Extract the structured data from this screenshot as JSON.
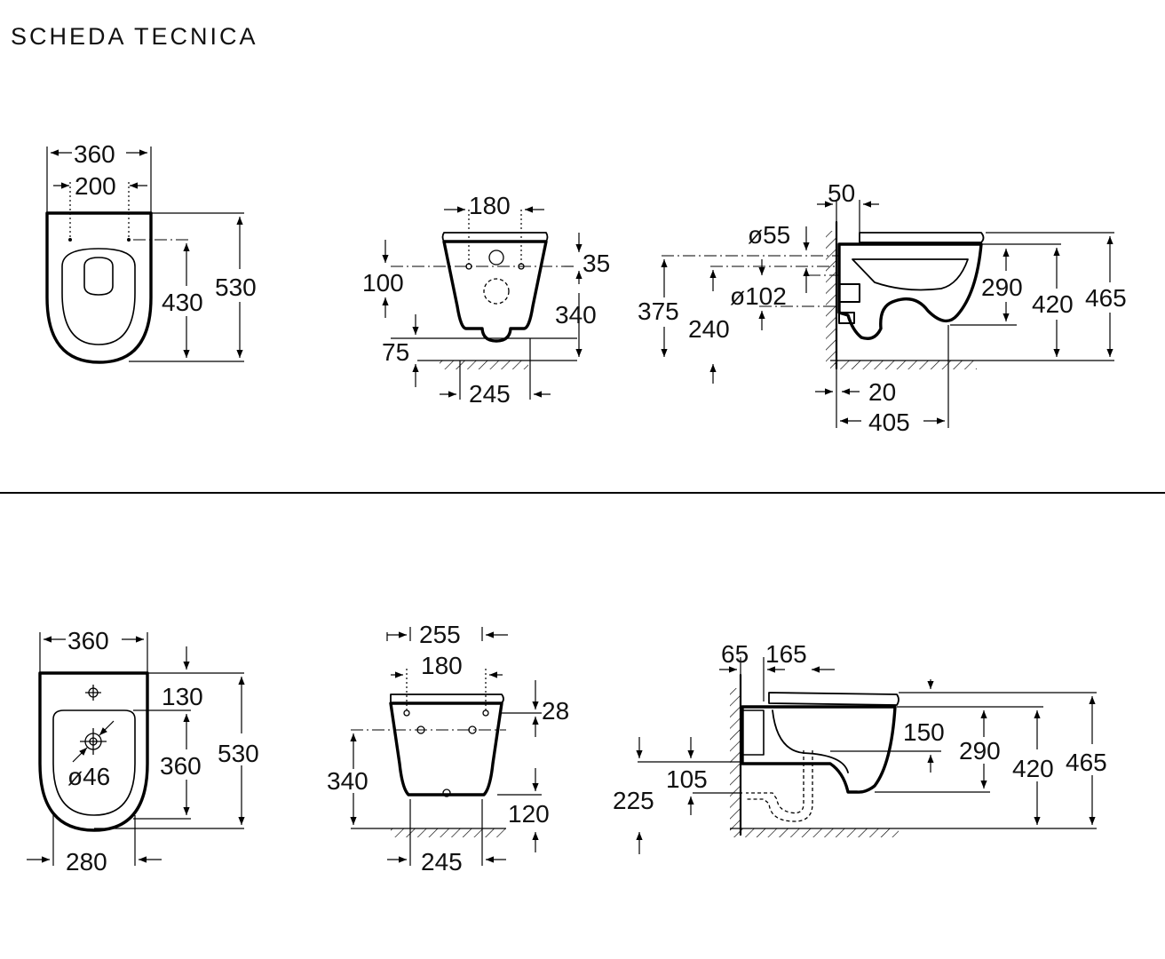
{
  "title": "SCHEDA TECNICA",
  "wc": {
    "top": {
      "w360": "360",
      "w200": "200",
      "h430": "430",
      "h530": "530"
    },
    "front": {
      "w180": "180",
      "h100": "100",
      "h35": "35",
      "h340": "340",
      "h75": "75",
      "w245": "245"
    },
    "side": {
      "d50": "50",
      "d55": "ø55",
      "d102": "ø102",
      "h375": "375",
      "h240": "240",
      "h290": "290",
      "h420": "420",
      "h465": "465",
      "w20": "20",
      "w405": "405"
    }
  },
  "bidet": {
    "top": {
      "w360": "360",
      "h130": "130",
      "h360": "360",
      "h530": "530",
      "d46": "ø46",
      "w280": "280"
    },
    "front": {
      "w255": "255",
      "w180": "180",
      "h28": "28",
      "h340": "340",
      "h120": "120",
      "w245": "245"
    },
    "side": {
      "w65": "65",
      "w165": "165",
      "h150": "150",
      "h290": "290",
      "h420": "420",
      "h465": "465",
      "h105": "105",
      "h225": "225"
    }
  }
}
